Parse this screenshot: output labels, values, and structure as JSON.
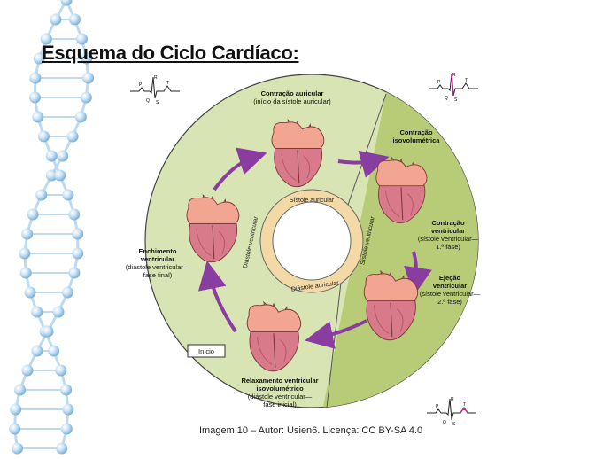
{
  "slide": {
    "title": "Esquema do Ciclo Cardíaco:",
    "caption": "Imagem 10 – Autor: Usien6. Licença: CC BY-SA 4.0"
  },
  "diagram": {
    "stages": {
      "atrial_contraction": {
        "line1": "Contração auricular",
        "line2": "(início da sístole auricular)"
      },
      "isovolumetric_contraction": {
        "line1": "Contração",
        "line2": "isovolumétrica"
      },
      "ventricular_contraction": {
        "line1": "Contração",
        "line2": "ventricular",
        "line3": "(sístole ventricular—",
        "line4": "1.ª fase)"
      },
      "ejection": {
        "line1": "Ejeção",
        "line2": "ventricular",
        "line3": "(sístole ventricular—",
        "line4": "2.ª fase)"
      },
      "isovolumetric_relaxation": {
        "line1": "Relaxamento ventricular",
        "line2": "isovolumétrico",
        "line3": "(diástole ventricular—",
        "line4": "fase inicial)"
      },
      "ventricular_filling": {
        "line1": "Enchimento",
        "line2": "ventricular",
        "line3": "(diástole ventricular—",
        "line4": "fase final)"
      }
    },
    "start_label": "Início",
    "ring_labels": {
      "atrial_systole": "Sístole auricular",
      "atrial_diastole": "Diástole auricular",
      "ventricular_diastole": "Diástole ventricular",
      "ventricular_systole": "Sístole ventricular"
    },
    "ecg_labels": {
      "p": "P",
      "q": "Q",
      "r": "R",
      "s": "S",
      "t": "T"
    },
    "colors": {
      "outer_disc": "#d9e4b4",
      "systole_sector": "#b8cc78",
      "arrow": "#8a3da0",
      "heart_atria": "#f2a691",
      "heart_ventricle": "#d97a8a",
      "ring": "#f3d9a6"
    }
  }
}
